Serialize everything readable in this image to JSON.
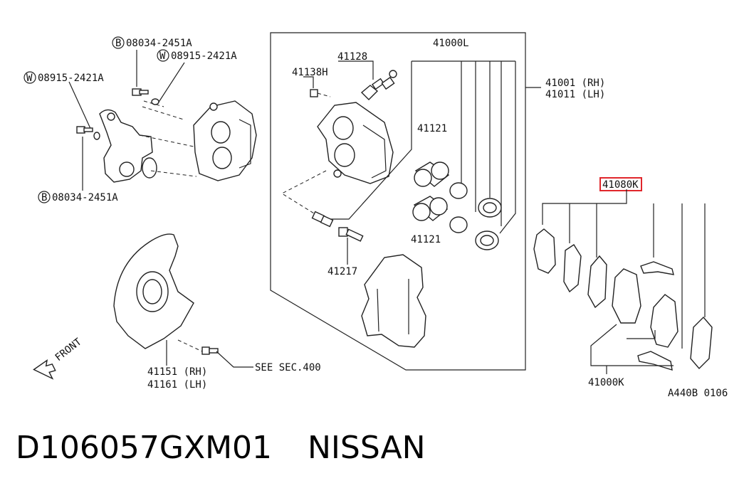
{
  "labels": {
    "bolt_b_top": "08034-2451A",
    "washer_w_top": "08915-2421A",
    "washer_w_left": "08915-2421A",
    "bolt_b_bottom": "08034-2451A",
    "p41128": "41128",
    "p41138h": "41138H",
    "p41000l": "41000L",
    "p41001": "41001 (RH)",
    "p41011": "41011 (LH)",
    "p41121_a": "41121",
    "p41121_b": "41121",
    "p41217": "41217",
    "p41080k": "41080K",
    "p41000k": "41000K",
    "p41151": "41151 (RH)",
    "p41161": "41161 (LH)",
    "see_sec": "SEE SEC.400",
    "front": "FRONT",
    "ref_code": "A440B 0106"
  },
  "markers": {
    "b": "B",
    "w": "W"
  },
  "footer": {
    "part_number": "D106057GXM01",
    "brand": "NISSAN"
  },
  "colors": {
    "highlight": "#e0262b",
    "ink": "#222222"
  }
}
